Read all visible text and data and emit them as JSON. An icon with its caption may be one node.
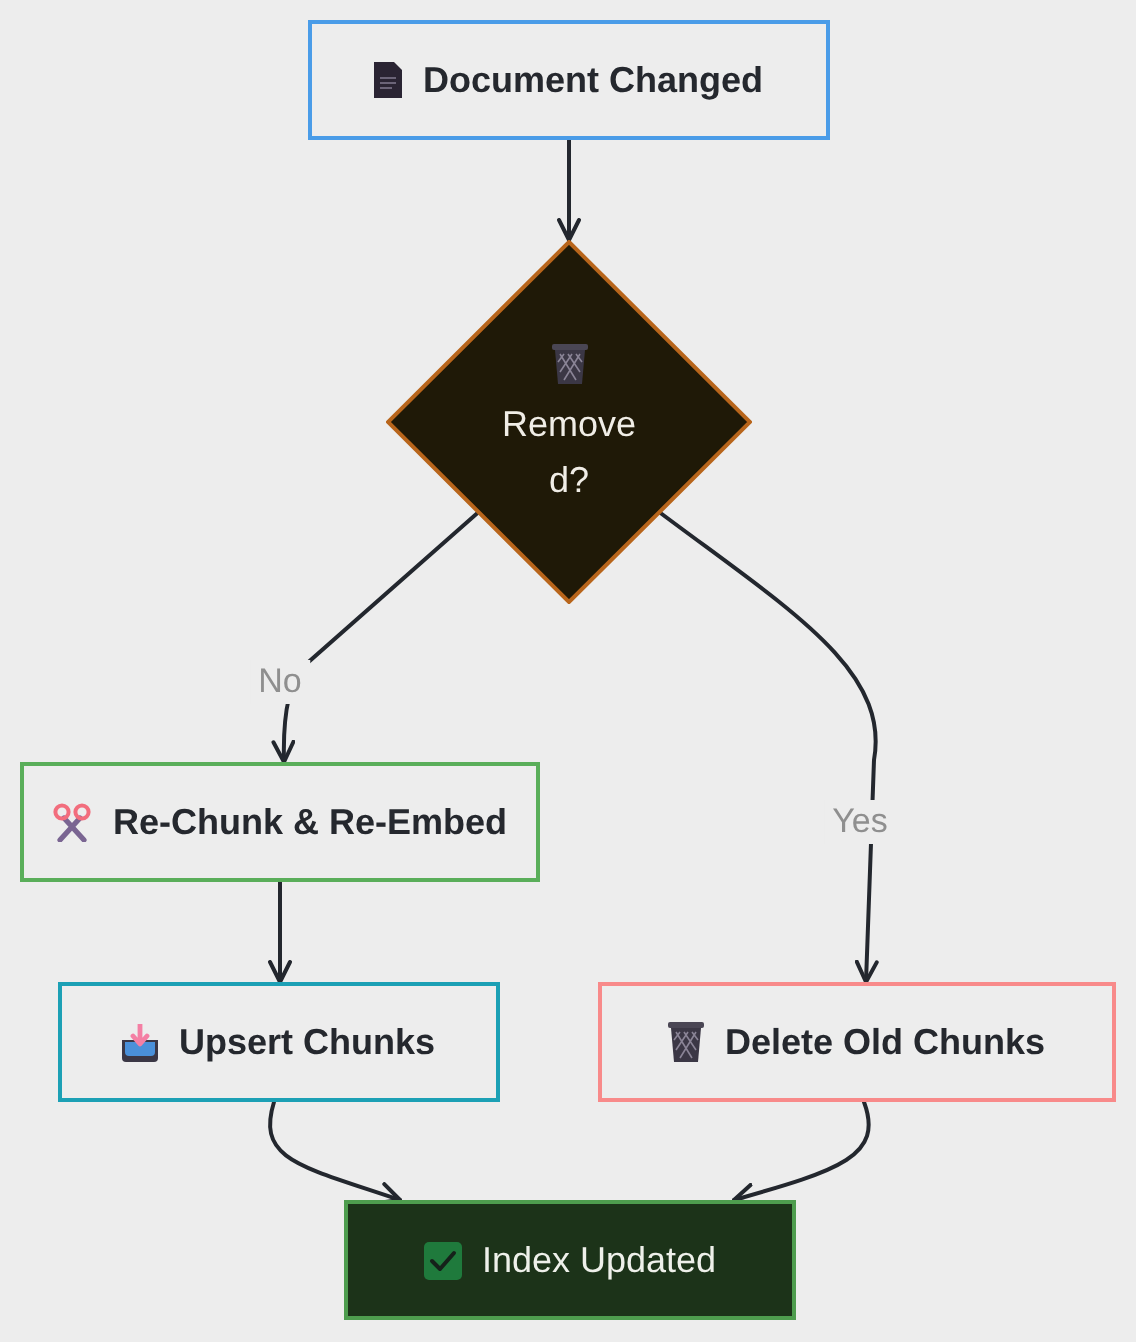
{
  "diagram": {
    "nodes": [
      {
        "text": [
          "Document Changed"
        ]
      },
      {
        "text": [
          "Removed?"
        ]
      },
      {
        "text": [
          "Re-Chunk & Re-Embed"
        ]
      },
      {
        "text": [
          "Upsert Chunks"
        ]
      },
      {
        "text": [
          "Delete Old Chunks"
        ]
      },
      {
        "text": [
          "Index Updated"
        ]
      }
    ],
    "edges": [
      {
        "from": 0,
        "to": 1,
        "arrow": "to"
      },
      {
        "from": 1,
        "to": 2,
        "arrow": "to",
        "label": "No"
      },
      {
        "from": 1,
        "to": 4,
        "arrow": "to",
        "label": "Yes"
      },
      {
        "from": 2,
        "to": 3,
        "arrow": "to"
      },
      {
        "from": 3,
        "to": 5,
        "arrow": "to"
      },
      {
        "from": 4,
        "to": 5,
        "arrow": "to"
      }
    ]
  }
}
